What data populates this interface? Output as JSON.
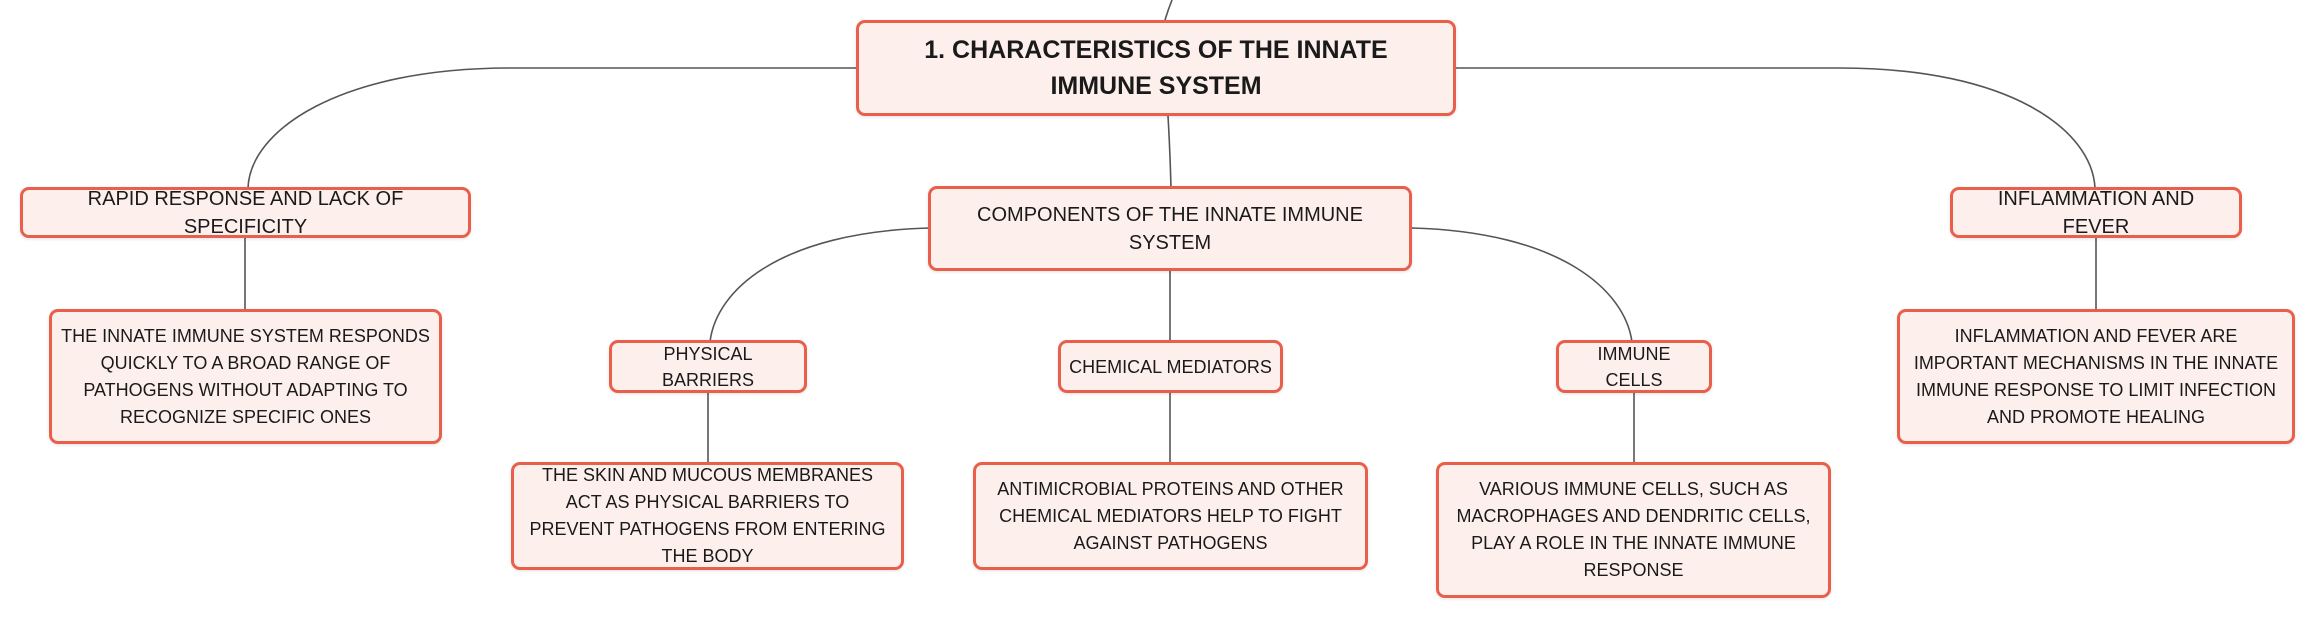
{
  "diagram": {
    "root": {
      "label": "1. CHARACTERISTICS OF THE INNATE IMMUNE SYSTEM"
    },
    "rapid": {
      "label": "RAPID RESPONSE AND LACK OF SPECIFICITY",
      "detail": "THE INNATE IMMUNE SYSTEM RESPONDS QUICKLY TO A BROAD RANGE OF PATHOGENS WITHOUT ADAPTING TO RECOGNIZE SPECIFIC ONES"
    },
    "components": {
      "label": "COMPONENTS OF THE INNATE IMMUNE SYSTEM",
      "physical": {
        "label": "PHYSICAL BARRIERS",
        "detail": "THE SKIN AND MUCOUS MEMBRANES ACT AS PHYSICAL BARRIERS TO PREVENT PATHOGENS FROM ENTERING THE BODY"
      },
      "chemical": {
        "label": "CHEMICAL MEDIATORS",
        "detail": "ANTIMICROBIAL PROTEINS AND OTHER CHEMICAL MEDIATORS HELP TO FIGHT AGAINST PATHOGENS"
      },
      "cells": {
        "label": "IMMUNE CELLS",
        "detail": "VARIOUS IMMUNE CELLS, SUCH AS MACROPHAGES AND DENDRITIC CELLS, PLAY A ROLE IN THE INNATE IMMUNE RESPONSE"
      }
    },
    "inflammation": {
      "label": "INFLAMMATION AND FEVER",
      "detail": "INFLAMMATION AND FEVER ARE IMPORTANT MECHANISMS IN THE INNATE IMMUNE RESPONSE TO LIMIT INFECTION AND PROMOTE HEALING"
    }
  },
  "colors": {
    "node_fill": "#fdf0ec",
    "node_border": "#e8604c",
    "connector": "#555555"
  }
}
